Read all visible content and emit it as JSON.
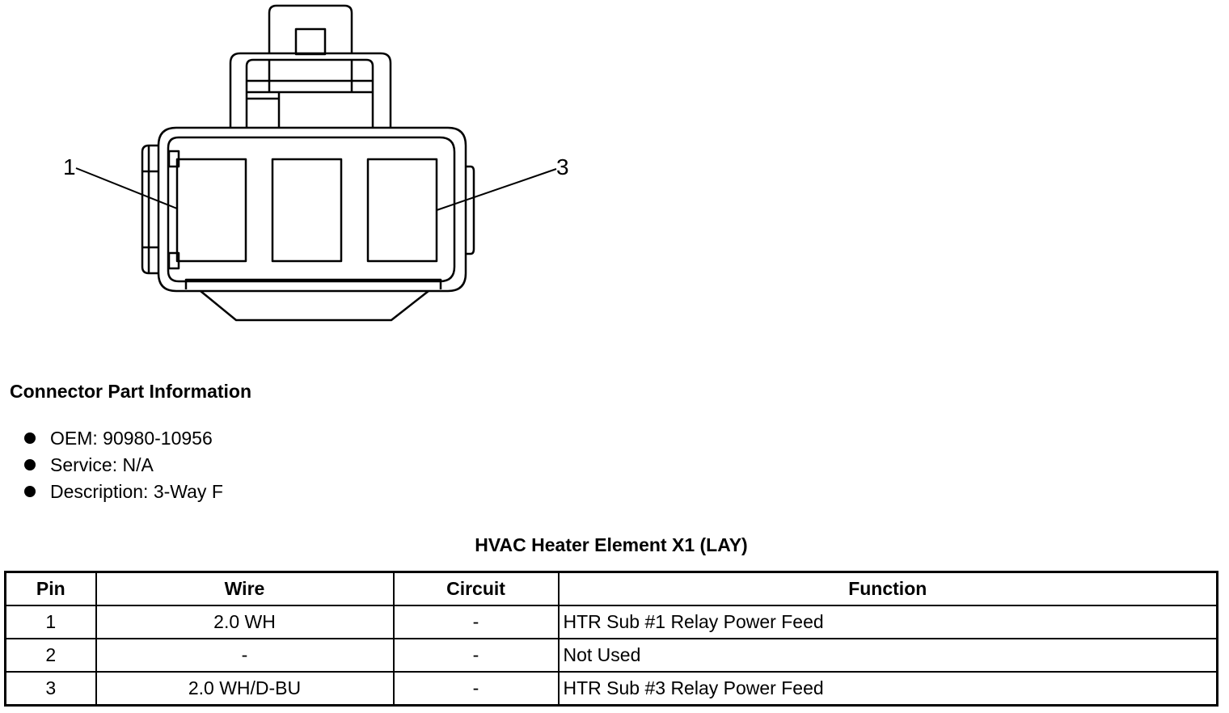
{
  "diagram": {
    "callouts": [
      "1",
      "3"
    ]
  },
  "connector_info": {
    "heading": "Connector Part Information",
    "items": [
      "OEM: 90980-10956",
      "Service: N/A",
      "Description: 3-Way F"
    ]
  },
  "table": {
    "title": "HVAC Heater Element X1 (LAY)",
    "headers": [
      "Pin",
      "Wire",
      "Circuit",
      "Function"
    ],
    "rows": [
      [
        "1",
        "2.0 WH",
        "-",
        "HTR Sub #1 Relay Power Feed"
      ],
      [
        "2",
        "-",
        "-",
        "Not Used"
      ],
      [
        "3",
        "2.0 WH/D-BU",
        "-",
        "HTR Sub #3 Relay Power Feed"
      ]
    ]
  }
}
